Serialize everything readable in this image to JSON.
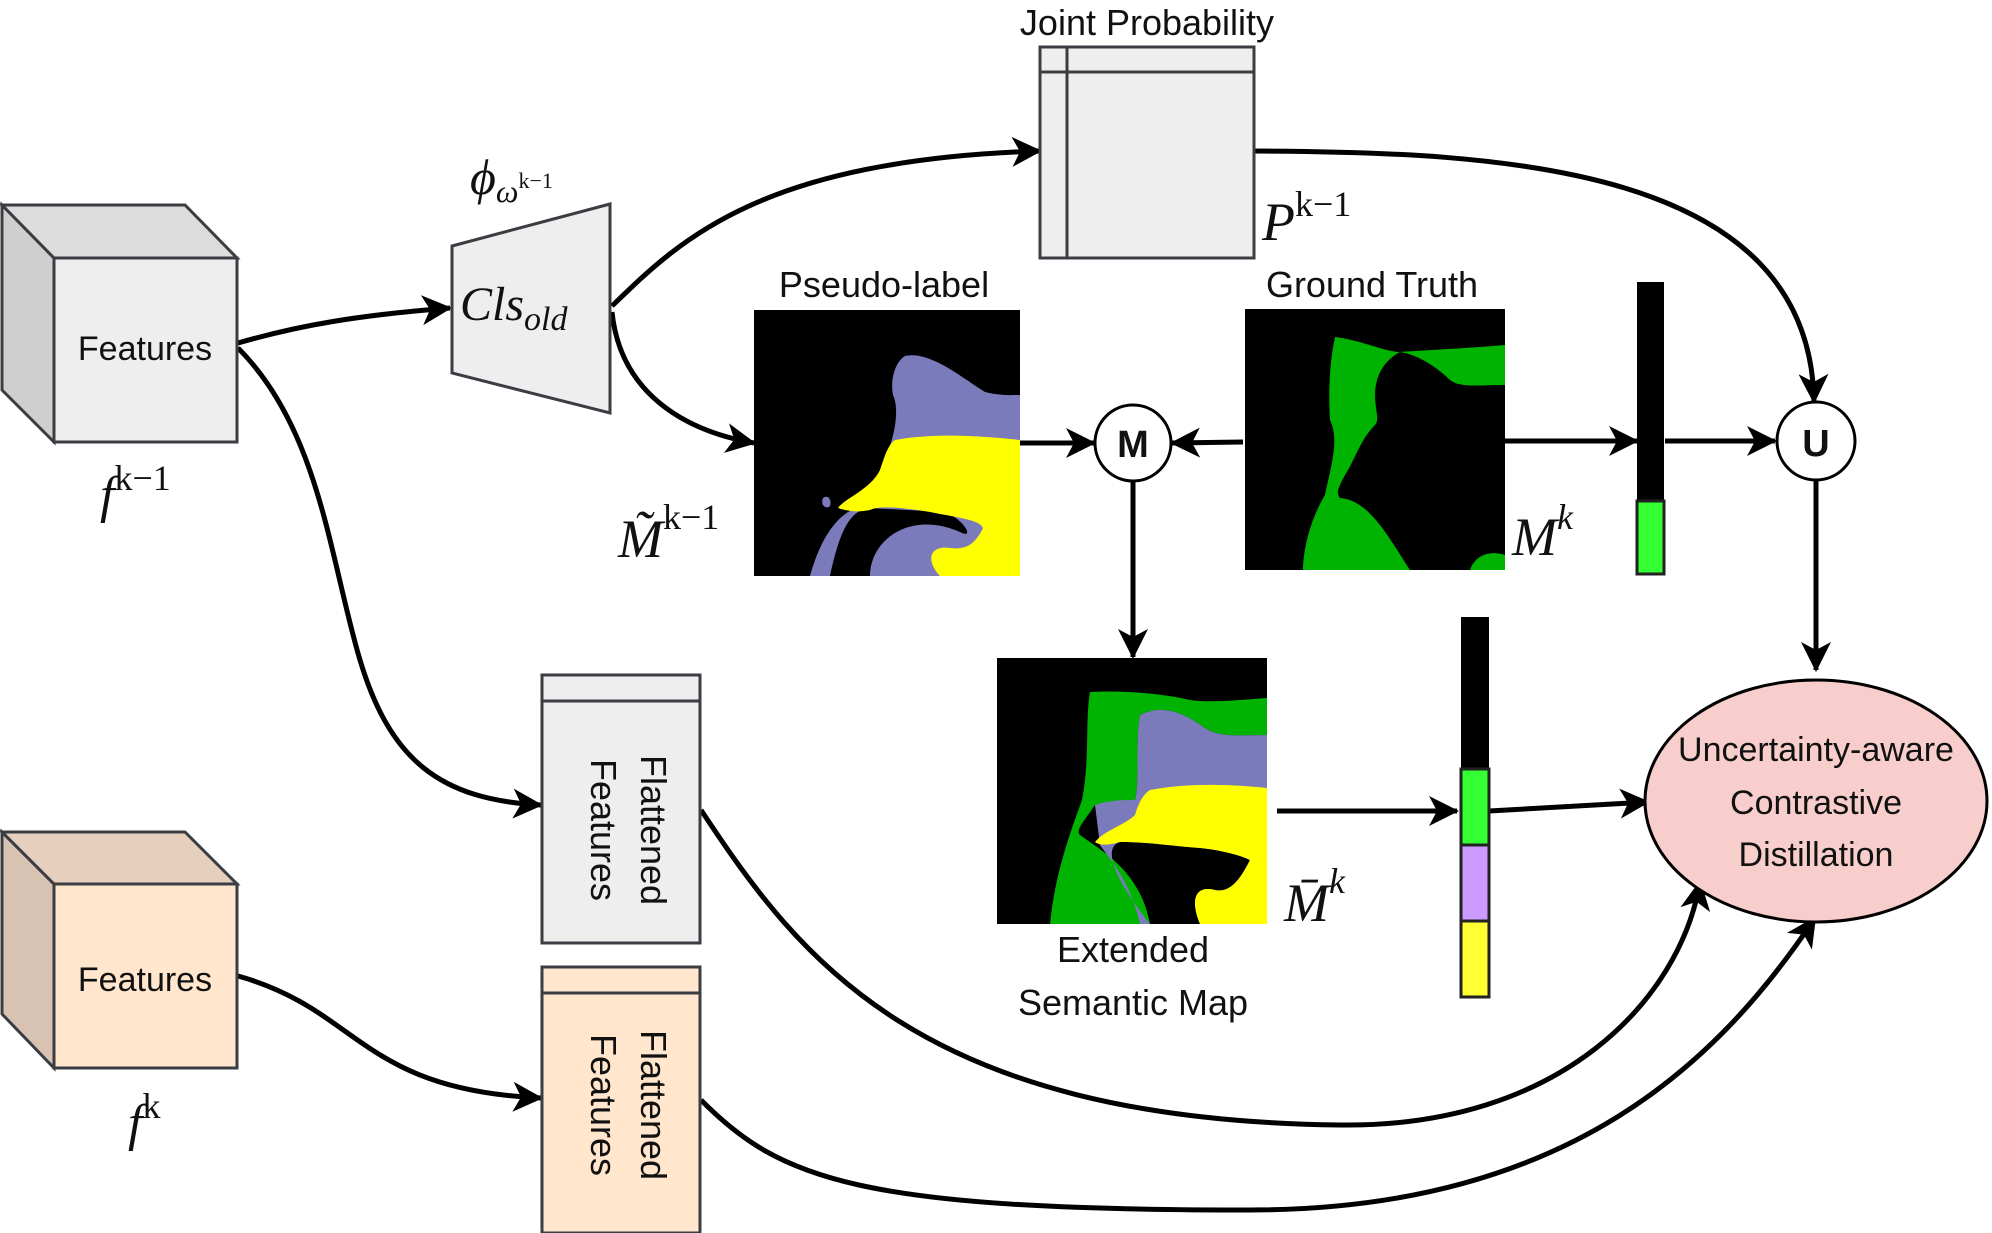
{
  "colors": {
    "feature_old_face": "#eeeeee",
    "feature_old_top": "#dcdcdc",
    "feature_old_side": "#cfcfcf",
    "feature_new_face": "#ffe6cc",
    "feature_new_top": "#e6cfbc",
    "feature_new_side": "#d8c3b3",
    "classifier_fill": "#eeeeee",
    "matrix_fill": "#eeeeee",
    "ellipse_fill": "#f8cecc",
    "label_black": "#000000",
    "label_green": "#33ff33",
    "label_purple": "#cc99ff",
    "label_yellow": "#ffff33",
    "seg_background": "#000000",
    "seg_purple": "#7b7bbb",
    "seg_yellow": "#ffff00",
    "seg_green": "#00b300"
  },
  "nodes": {
    "features_old": {
      "label": "Features",
      "symbol_base": "f",
      "symbol_sup": "k−1"
    },
    "features_new": {
      "label": "Features",
      "symbol_base": "f",
      "symbol_sup": "k"
    },
    "classifier": {
      "label_base": "Cls",
      "label_sub": "old",
      "param_base": "ϕ",
      "param_sub_base": "ω",
      "param_sub_sup": "k−1"
    },
    "joint_probability": {
      "title": "Joint Probability",
      "symbol_base": "P",
      "symbol_sup": "k−1"
    },
    "pseudo_label": {
      "title": "Pseudo-label",
      "symbol_base": "M̃",
      "symbol_sup": "k−1"
    },
    "ground_truth": {
      "title": "Ground Truth",
      "symbol_base": "M",
      "symbol_sup": "k"
    },
    "extended_map": {
      "title_line1": "Extended",
      "title_line2": "Semantic Map",
      "symbol_base": "M̄",
      "symbol_sup": "k"
    },
    "merge_op": {
      "label": "M"
    },
    "union_op": {
      "label": "U"
    },
    "flattened_old": {
      "line1": "Flattened",
      "line2": "Features"
    },
    "flattened_new": {
      "line1": "Flattened",
      "line2": "Features"
    },
    "ucd": {
      "line1": "Uncertainty-aware",
      "line2": "Contrastive",
      "line3": "Distillation"
    }
  },
  "label_bars": {
    "gt_bar": [
      "black",
      "black",
      "black",
      "green"
    ],
    "extended_bar": [
      "black",
      "black",
      "green",
      "purple",
      "yellow"
    ]
  }
}
